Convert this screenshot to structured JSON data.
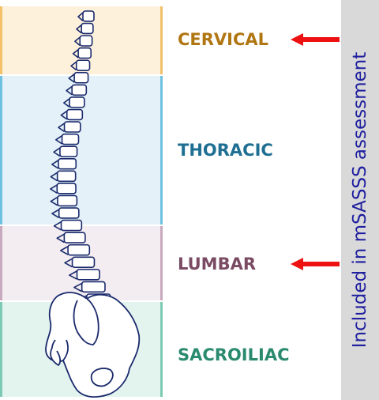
{
  "regions": [
    {
      "label": "CERVICAL",
      "label_color": "#b07612",
      "band_color": "#fdf1dc",
      "edge_color": "#f2c16a",
      "arrow": true
    },
    {
      "label": "THORACIC",
      "label_color": "#1f6f93",
      "band_color": "#e4f1f8",
      "edge_color": "#6fc1e2",
      "arrow": false
    },
    {
      "label": "LUMBAR",
      "label_color": "#7a4b63",
      "band_color": "#f3ecf1",
      "edge_color": "#c9a9bd",
      "arrow": true
    },
    {
      "label": "SACROILIAC",
      "label_color": "#2a8a6e",
      "band_color": "#e3f4ef",
      "edge_color": "#7ccab3",
      "arrow": false
    }
  ],
  "sidebar": {
    "text": "Included in mSASSS assessment",
    "color": "#1f1f9f",
    "background": "#d9d9d9"
  },
  "colors": {
    "arrow": "#ee1111",
    "spine_stroke": "#1a2a6c"
  }
}
